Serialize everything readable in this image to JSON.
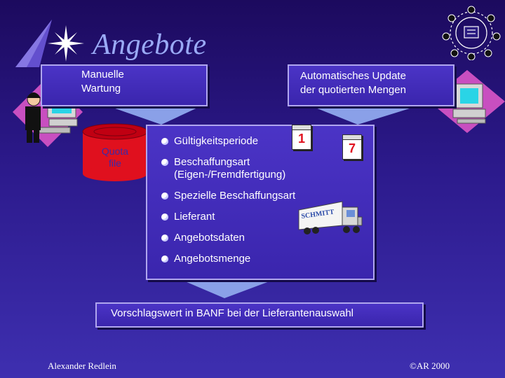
{
  "slide": {
    "title": "Angebote",
    "manual_label": "Manuelle\nWartung",
    "auto_label": "Automatisches Update\nder quotierten Mengen",
    "quota_label": "Quota\nfile",
    "bullets": [
      "Gültigkeitsperiode",
      "Beschaffungsart\n(Eigen-/Fremdfertigung)",
      "Spezielle Beschaffungsart",
      "Lieferant",
      "Angebotsdaten",
      "Angebotsmenge"
    ],
    "calendar_from": "1",
    "calendar_to": "7",
    "truck_text": "SCHMITT",
    "bottom_label": "Vorschlagswert in BANF bei der Lieferantenauswahl",
    "footer_left": "Alexander Redlein",
    "footer_right": "©AR 2000"
  }
}
